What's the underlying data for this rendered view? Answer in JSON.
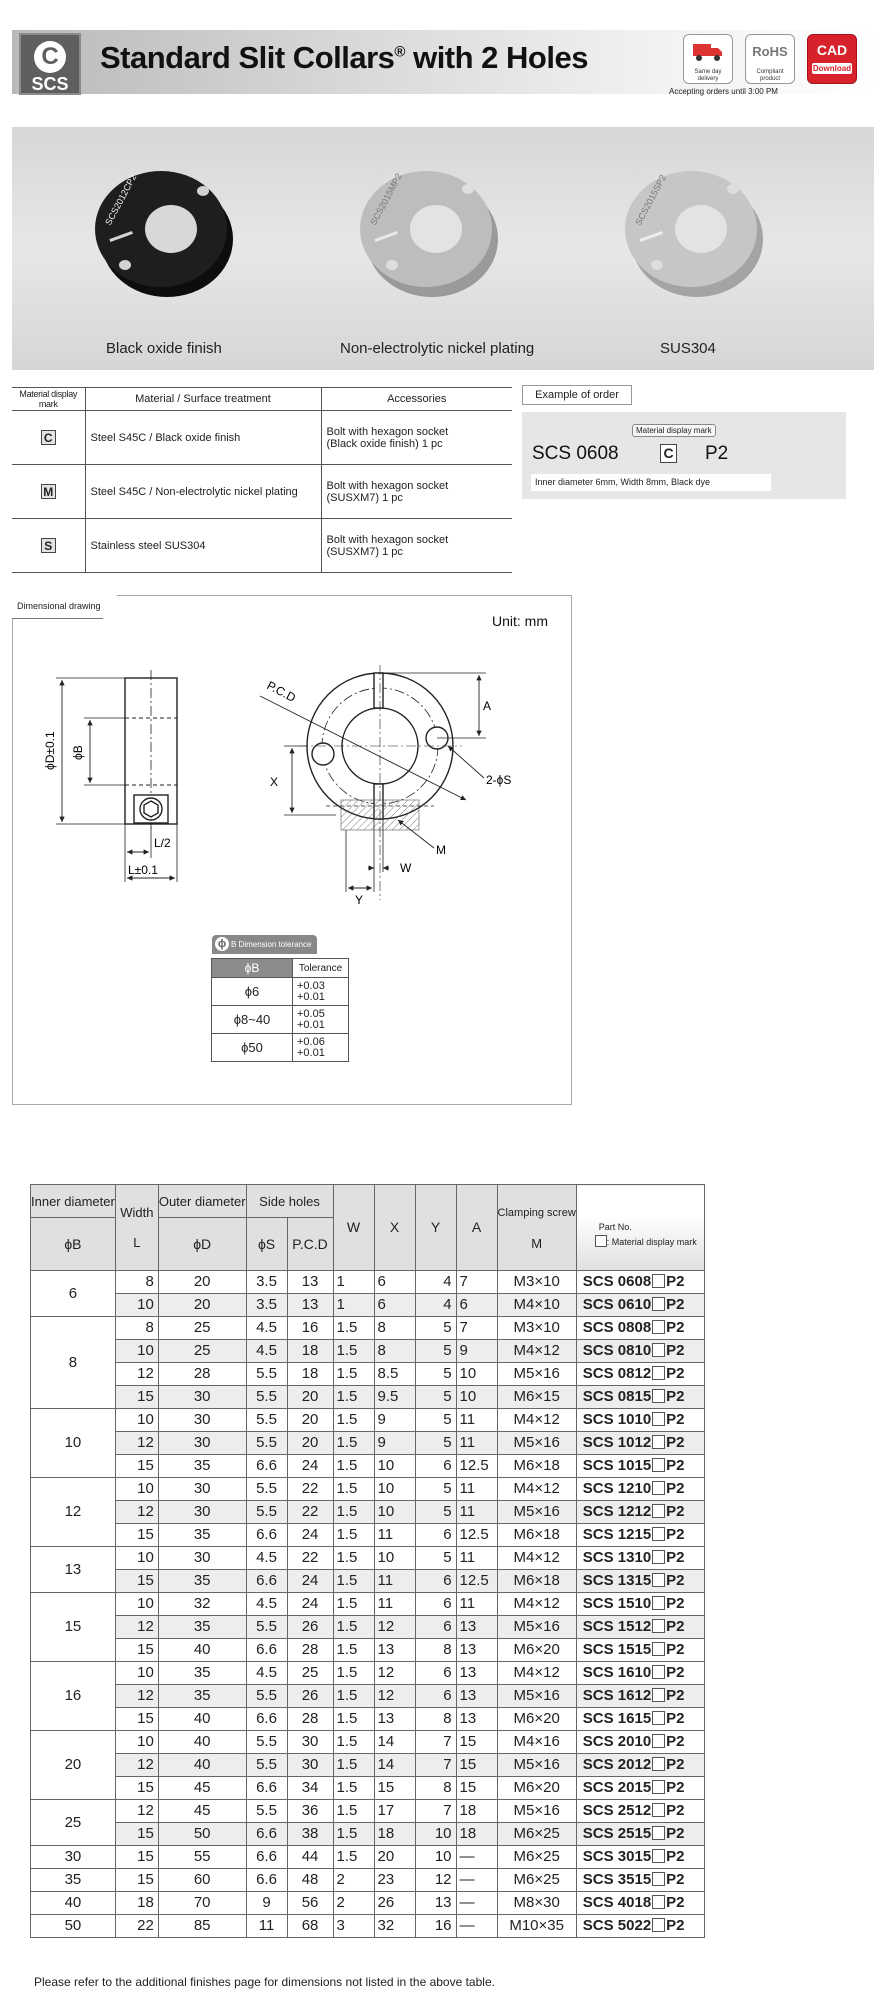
{
  "header": {
    "category_letter": "C",
    "category_code": "SCS",
    "title": "Standard Slit Collars",
    "title_mark": "®",
    "title_suffix": " with 2 Holes",
    "badges": [
      {
        "name": "same-day-delivery",
        "label": "Same day delivery"
      },
      {
        "name": "rohs",
        "glyph": "RoHS",
        "label": "Compliant product"
      },
      {
        "name": "cad",
        "glyph": "CAD",
        "label": "Download"
      }
    ],
    "accept_note": "Accepting orders until 3:00 PM"
  },
  "photos": [
    {
      "label": "Black oxide finish",
      "marking": "SCS2012CP2",
      "color": "#1e1e1e"
    },
    {
      "label": "Non-electrolytic nickel plating",
      "marking": "SCS2015MP2",
      "color": "#bdbdbd"
    },
    {
      "label": "SUS304",
      "marking": "SCS2015SP2",
      "color": "#c6c6c6"
    }
  ],
  "material_table": {
    "headers": [
      "Material display mark",
      "Material / Surface treatment",
      "Accessories"
    ],
    "rows": [
      {
        "mark": "C",
        "material": "Steel S45C / Black oxide finish",
        "acc1": "Bolt with hexagon socket",
        "acc2": "(Black oxide finish) 1 pc"
      },
      {
        "mark": "M",
        "material": "Steel S45C / Non-electrolytic nickel plating",
        "acc1": "Bolt with hexagon socket",
        "acc2": "(SUSXM7) 1 pc"
      },
      {
        "mark": "S",
        "material": "Stainless steel SUS304",
        "acc1": "Bolt with hexagon socket",
        "acc2": "(SUSXM7) 1 pc"
      }
    ]
  },
  "order_example": {
    "tab_label": "Example of order",
    "mark_label": "Material display mark",
    "code": "SCS 0608",
    "mark": "C",
    "suffix": "P2",
    "description": "Inner diameter 6mm, Width 8mm, Black dye"
  },
  "drawing": {
    "tab_label": "Dimensional drawing",
    "unit": "Unit: mm",
    "labels": {
      "d_tol": "ϕD±0.1",
      "b": "ϕB",
      "l_half": "L/2",
      "l_tol": "L±0.1",
      "pcd": "P.C.D",
      "a": "A",
      "x": "X",
      "two_s": "2-ϕS",
      "m": "M",
      "w": "W",
      "y": "Y"
    }
  },
  "tolerance": {
    "tab_label": "B Dimension tolerance",
    "tab_phi": "ϕ",
    "headers": [
      "ϕB",
      "Tolerance"
    ],
    "rows": [
      {
        "b": "ϕ6",
        "upper": "+0.03",
        "lower": "+0.01"
      },
      {
        "b": "ϕ8~40",
        "upper": "+0.05",
        "lower": "+0.01"
      },
      {
        "b": "ϕ50",
        "upper": "+0.06",
        "lower": "+0.01"
      }
    ]
  },
  "main_table": {
    "headers": {
      "inner": "Inner diameter",
      "inner_sym": "ϕB",
      "width": "Width",
      "width_sym": "L",
      "outer": "Outer diameter",
      "outer_sym": "ϕD",
      "side_holes": "Side holes",
      "s": "ϕS",
      "pcd": "P.C.D",
      "w": "W",
      "x": "X",
      "y": "Y",
      "a": "A",
      "screw": "Clamping screw",
      "screw_sym": "M",
      "part_no": "Part No.",
      "part_mark": ": Material display mark"
    },
    "groups": [
      {
        "inner": "6",
        "rows": [
          {
            "L": "8",
            "D": "20",
            "S": "3.5",
            "PCD": "13",
            "W": "1",
            "X": "6",
            "Y": "4",
            "A": "7",
            "M": "M3×10",
            "code": "SCS 0608",
            "sfx": "P2"
          },
          {
            "L": "10",
            "D": "20",
            "S": "3.5",
            "PCD": "13",
            "W": "1",
            "X": "6",
            "Y": "4",
            "A": "6",
            "M": "M4×10",
            "code": "SCS 0610",
            "sfx": "P2"
          }
        ]
      },
      {
        "inner": "8",
        "rows": [
          {
            "L": "8",
            "D": "25",
            "S": "4.5",
            "PCD": "16",
            "W": "1.5",
            "X": "8",
            "Y": "5",
            "A": "7",
            "M": "M3×10",
            "code": "SCS 0808",
            "sfx": "P2"
          },
          {
            "L": "10",
            "D": "25",
            "S": "4.5",
            "PCD": "18",
            "W": "1.5",
            "X": "8",
            "Y": "5",
            "A": "9",
            "M": "M4×12",
            "code": "SCS 0810",
            "sfx": "P2"
          },
          {
            "L": "12",
            "D": "28",
            "S": "5.5",
            "PCD": "18",
            "W": "1.5",
            "X": "8.5",
            "Y": "5",
            "A": "10",
            "M": "M5×16",
            "code": "SCS 0812",
            "sfx": "P2"
          },
          {
            "L": "15",
            "D": "30",
            "S": "5.5",
            "PCD": "20",
            "W": "1.5",
            "X": "9.5",
            "Y": "5",
            "A": "10",
            "M": "M6×15",
            "code": "SCS 0815",
            "sfx": "P2"
          }
        ]
      },
      {
        "inner": "10",
        "rows": [
          {
            "L": "10",
            "D": "30",
            "S": "5.5",
            "PCD": "20",
            "W": "1.5",
            "X": "9",
            "Y": "5",
            "A": "11",
            "M": "M4×12",
            "code": "SCS 1010",
            "sfx": "P2"
          },
          {
            "L": "12",
            "D": "30",
            "S": "5.5",
            "PCD": "20",
            "W": "1.5",
            "X": "9",
            "Y": "5",
            "A": "11",
            "M": "M5×16",
            "code": "SCS 1012",
            "sfx": "P2"
          },
          {
            "L": "15",
            "D": "35",
            "S": "6.6",
            "PCD": "24",
            "W": "1.5",
            "X": "10",
            "Y": "6",
            "A": "12.5",
            "M": "M6×18",
            "code": "SCS 1015",
            "sfx": "P2"
          }
        ]
      },
      {
        "inner": "12",
        "rows": [
          {
            "L": "10",
            "D": "30",
            "S": "5.5",
            "PCD": "22",
            "W": "1.5",
            "X": "10",
            "Y": "5",
            "A": "11",
            "M": "M4×12",
            "code": "SCS 1210",
            "sfx": "P2"
          },
          {
            "L": "12",
            "D": "30",
            "S": "5.5",
            "PCD": "22",
            "W": "1.5",
            "X": "10",
            "Y": "5",
            "A": "11",
            "M": "M5×16",
            "code": "SCS 1212",
            "sfx": "P2"
          },
          {
            "L": "15",
            "D": "35",
            "S": "6.6",
            "PCD": "24",
            "W": "1.5",
            "X": "11",
            "Y": "6",
            "A": "12.5",
            "M": "M6×18",
            "code": "SCS 1215",
            "sfx": "P2"
          }
        ]
      },
      {
        "inner": "13",
        "rows": [
          {
            "L": "10",
            "D": "30",
            "S": "4.5",
            "PCD": "22",
            "W": "1.5",
            "X": "10",
            "Y": "5",
            "A": "11",
            "M": "M4×12",
            "code": "SCS 1310",
            "sfx": "P2"
          },
          {
            "L": "15",
            "D": "35",
            "S": "6.6",
            "PCD": "24",
            "W": "1.5",
            "X": "11",
            "Y": "6",
            "A": "12.5",
            "M": "M6×18",
            "code": "SCS 1315",
            "sfx": "P2"
          }
        ]
      },
      {
        "inner": "15",
        "rows": [
          {
            "L": "10",
            "D": "32",
            "S": "4.5",
            "PCD": "24",
            "W": "1.5",
            "X": "11",
            "Y": "6",
            "A": "11",
            "M": "M4×12",
            "code": "SCS 1510",
            "sfx": "P2"
          },
          {
            "L": "12",
            "D": "35",
            "S": "5.5",
            "PCD": "26",
            "W": "1.5",
            "X": "12",
            "Y": "6",
            "A": "13",
            "M": "M5×16",
            "code": "SCS 1512",
            "sfx": "P2"
          },
          {
            "L": "15",
            "D": "40",
            "S": "6.6",
            "PCD": "28",
            "W": "1.5",
            "X": "13",
            "Y": "8",
            "A": "13",
            "M": "M6×20",
            "code": "SCS 1515",
            "sfx": "P2"
          }
        ]
      },
      {
        "inner": "16",
        "rows": [
          {
            "L": "10",
            "D": "35",
            "S": "4.5",
            "PCD": "25",
            "W": "1.5",
            "X": "12",
            "Y": "6",
            "A": "13",
            "M": "M4×12",
            "code": "SCS 1610",
            "sfx": "P2"
          },
          {
            "L": "12",
            "D": "35",
            "S": "5.5",
            "PCD": "26",
            "W": "1.5",
            "X": "12",
            "Y": "6",
            "A": "13",
            "M": "M5×16",
            "code": "SCS 1612",
            "sfx": "P2"
          },
          {
            "L": "15",
            "D": "40",
            "S": "6.6",
            "PCD": "28",
            "W": "1.5",
            "X": "13",
            "Y": "8",
            "A": "13",
            "M": "M6×20",
            "code": "SCS 1615",
            "sfx": "P2"
          }
        ]
      },
      {
        "inner": "20",
        "rows": [
          {
            "L": "10",
            "D": "40",
            "S": "5.5",
            "PCD": "30",
            "W": "1.5",
            "X": "14",
            "Y": "7",
            "A": "15",
            "M": "M4×16",
            "code": "SCS 2010",
            "sfx": "P2"
          },
          {
            "L": "12",
            "D": "40",
            "S": "5.5",
            "PCD": "30",
            "W": "1.5",
            "X": "14",
            "Y": "7",
            "A": "15",
            "M": "M5×16",
            "code": "SCS 2012",
            "sfx": "P2"
          },
          {
            "L": "15",
            "D": "45",
            "S": "6.6",
            "PCD": "34",
            "W": "1.5",
            "X": "15",
            "Y": "8",
            "A": "15",
            "M": "M6×20",
            "code": "SCS 2015",
            "sfx": "P2"
          }
        ]
      },
      {
        "inner": "25",
        "rows": [
          {
            "L": "12",
            "D": "45",
            "S": "5.5",
            "PCD": "36",
            "W": "1.5",
            "X": "17",
            "Y": "7",
            "A": "18",
            "M": "M5×16",
            "code": "SCS 2512",
            "sfx": "P2"
          },
          {
            "L": "15",
            "D": "50",
            "S": "6.6",
            "PCD": "38",
            "W": "1.5",
            "X": "18",
            "Y": "10",
            "A": "18",
            "M": "M6×25",
            "code": "SCS 2515",
            "sfx": "P2"
          }
        ]
      },
      {
        "inner": "30",
        "rows": [
          {
            "L": "15",
            "D": "55",
            "S": "6.6",
            "PCD": "44",
            "W": "1.5",
            "X": "20",
            "Y": "10",
            "A": "—",
            "M": "M6×25",
            "code": "SCS 3015",
            "sfx": "P2"
          }
        ]
      },
      {
        "inner": "35",
        "rows": [
          {
            "L": "15",
            "D": "60",
            "S": "6.6",
            "PCD": "48",
            "W": "2",
            "X": "23",
            "Y": "12",
            "A": "—",
            "M": "M6×25",
            "code": "SCS 3515",
            "sfx": "P2"
          }
        ]
      },
      {
        "inner": "40",
        "rows": [
          {
            "L": "18",
            "D": "70",
            "S": "9",
            "PCD": "56",
            "W": "2",
            "X": "26",
            "Y": "13",
            "A": "—",
            "M": "M8×30",
            "code": "SCS 4018",
            "sfx": "P2"
          }
        ]
      },
      {
        "inner": "50",
        "rows": [
          {
            "L": "22",
            "D": "85",
            "S": "11",
            "PCD": "68",
            "W": "3",
            "X": "32",
            "Y": "16",
            "A": "—",
            "M": "M10×35",
            "code": "SCS 5022",
            "sfx": "P2"
          }
        ]
      }
    ]
  },
  "footnote": "Please refer to the additional finishes page for dimensions not listed in the above table."
}
